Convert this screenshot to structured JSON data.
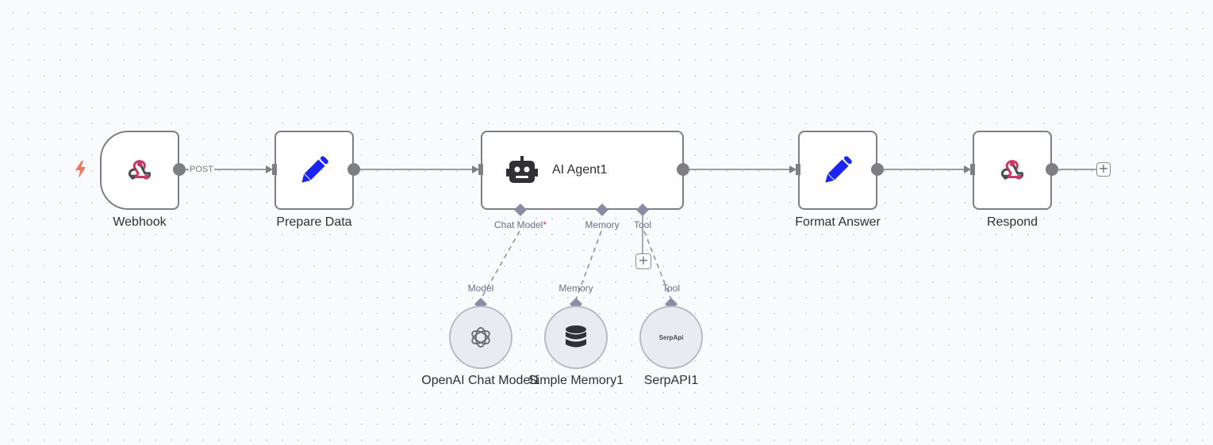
{
  "colors": {
    "edge": "#7e7e83",
    "handle": "#7e7e83",
    "sub_edge": "#8a8ca6",
    "sub_handle": "#8a8ca6",
    "trigger": "#ff6d5a",
    "pencil": "#1a24f5",
    "webhook_red": "#c73a63",
    "webhook_dark": "#4b4b50",
    "required": "#e0394e"
  },
  "trigger_icon": "lightning-bolt-icon",
  "nodes": {
    "webhook": {
      "label": "Webhook",
      "icon": "webhook-icon",
      "output_label": "POST"
    },
    "prepare_data": {
      "label": "Prepare Data",
      "icon": "pencil-icon"
    },
    "ai_agent": {
      "label": "AI Agent1",
      "icon": "robot-icon",
      "ports": {
        "chat_model": "Chat Model",
        "chat_model_required": "*",
        "memory": "Memory",
        "tool": "Tool"
      }
    },
    "format_answer": {
      "label": "Format Answer",
      "icon": "pencil-icon"
    },
    "respond": {
      "label": "Respond",
      "icon": "webhook-icon"
    },
    "openai_chat_model": {
      "label": "OpenAI Chat Model1",
      "icon": "openai-icon",
      "port": "Model"
    },
    "simple_memory": {
      "label": "Simple Memory1",
      "icon": "database-icon",
      "port": "Memory"
    },
    "serpapi": {
      "label": "SerpAPI1",
      "icon": "serpapi-logo",
      "logo_text": "SerpApi",
      "port": "Tool"
    }
  },
  "add_buttons": {
    "symbol": "+"
  }
}
